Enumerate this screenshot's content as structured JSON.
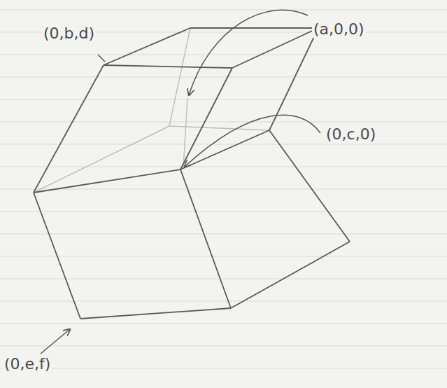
{
  "diagram": {
    "labels": [
      "(0,b,d)",
      "(a,0,0)",
      "(0,c,0)",
      "(0,e,f)"
    ]
  }
}
